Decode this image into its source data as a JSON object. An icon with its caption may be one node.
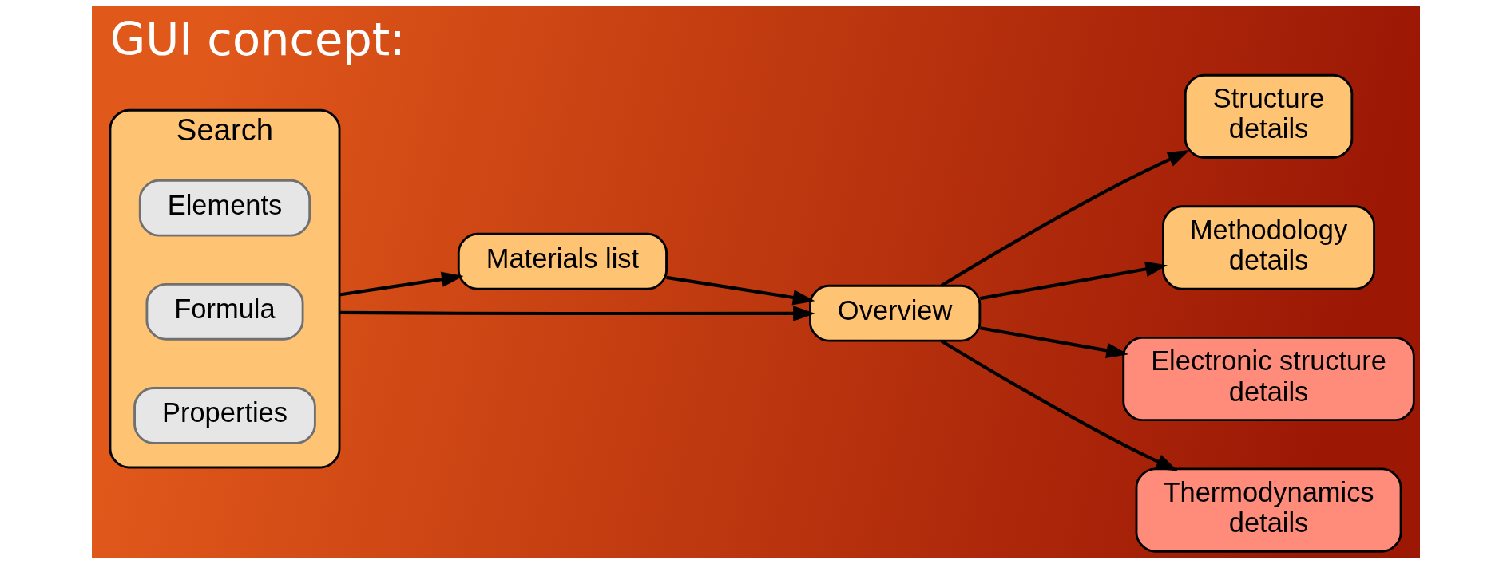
{
  "diagram": {
    "title": "GUI concept:",
    "nodes": [
      {
        "text": [
          "Search"
        ]
      },
      {
        "text": [
          "Elements"
        ],
        "in": 0
      },
      {
        "text": [
          "Formula"
        ],
        "in": 0
      },
      {
        "text": [
          "Properties"
        ],
        "in": 0
      },
      {
        "text": [
          "Materials list"
        ]
      },
      {
        "text": [
          "Overview"
        ]
      },
      {
        "text": [
          "Structure details"
        ]
      },
      {
        "text": [
          "Methodology details"
        ]
      },
      {
        "text": [
          "Electronic structure details"
        ]
      },
      {
        "text": [
          "Thermodynamics details"
        ]
      }
    ],
    "edges": [
      {
        "from": 0,
        "to": 4,
        "arrow": "to"
      },
      {
        "from": 0,
        "to": 5,
        "arrow": "to"
      },
      {
        "from": 4,
        "to": 5,
        "arrow": "to"
      },
      {
        "from": 5,
        "to": 6,
        "arrow": "to"
      },
      {
        "from": 5,
        "to": 7,
        "arrow": "to"
      },
      {
        "from": 5,
        "to": 8,
        "arrow": "to"
      },
      {
        "from": 5,
        "to": 9,
        "arrow": "to"
      }
    ]
  }
}
